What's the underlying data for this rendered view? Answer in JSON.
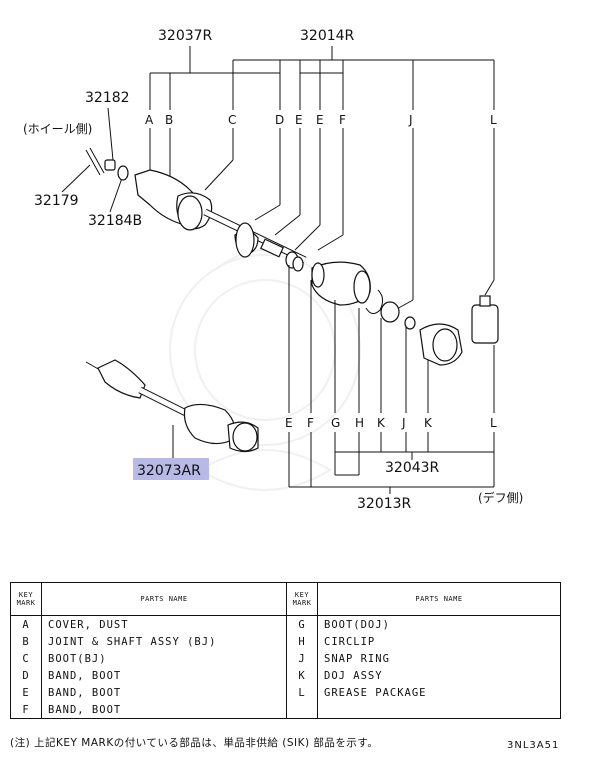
{
  "diagram": {
    "part_numbers": {
      "top_left": "32037R",
      "top_right": "32014R",
      "nut": "32182",
      "pin": "32179",
      "washer": "32184B",
      "assembly": "32073AR",
      "lower_group": "32043R",
      "bottom_group": "32013R"
    },
    "side_labels": {
      "wheel_side": "(ホイール側)",
      "diff_side": "(デフ側)"
    },
    "top_keys": [
      "A",
      "B",
      "C",
      "D",
      "E",
      "E",
      "F",
      "J",
      "L"
    ],
    "bottom_keys": [
      "E",
      "F",
      "G",
      "H",
      "K",
      "J",
      "K",
      "L"
    ],
    "highlight_color": "#b9b9e8"
  },
  "table": {
    "header_key": "KEY MARK",
    "header_name": "PARTS NAME",
    "rows": [
      {
        "k1": "A",
        "n1": "COVER, DUST",
        "k2": "G",
        "n2": "BOOT(DOJ)"
      },
      {
        "k1": "B",
        "n1": "JOINT & SHAFT ASSY (BJ)",
        "k2": "H",
        "n2": "CIRCLIP"
      },
      {
        "k1": "C",
        "n1": "BOOT(BJ)",
        "k2": "J",
        "n2": "SNAP RING"
      },
      {
        "k1": "D",
        "n1": "BAND, BOOT",
        "k2": "K",
        "n2": "DOJ ASSY"
      },
      {
        "k1": "E",
        "n1": "BAND, BOOT",
        "k2": "L",
        "n2": "GREASE PACKAGE"
      },
      {
        "k1": "F",
        "n1": "BAND, BOOT",
        "k2": "",
        "n2": ""
      }
    ]
  },
  "footer": {
    "note": "(注) 上記KEY MARKの付いている部品は、単品非供給 (SIK) 部品を示す。",
    "code": "3NL3A51"
  }
}
